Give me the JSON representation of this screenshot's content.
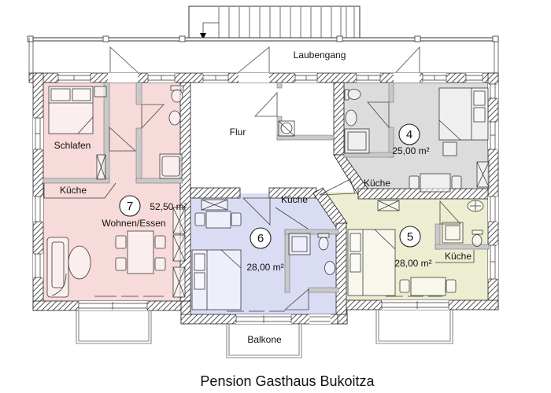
{
  "title": "Pension Gasthaus Bukoitza",
  "labels": {
    "laubengang": "Laubengang",
    "flur": "Flur",
    "schlafen": "Schlafen",
    "wohnen_essen": "Wohnen/Essen",
    "kueche": "Küche",
    "balkone": "Balkone"
  },
  "apartments": {
    "apt7": {
      "number": "7",
      "area": "52,50 m²",
      "color": "#f7dada"
    },
    "apt4": {
      "number": "4",
      "area": "25,00 m²",
      "color": "#dcdcdc"
    },
    "apt6": {
      "number": "6",
      "area": "28,00 m²",
      "color": "#d9dcf3"
    },
    "apt5": {
      "number": "5",
      "area": "28,00 m²",
      "color": "#ededd2"
    }
  }
}
